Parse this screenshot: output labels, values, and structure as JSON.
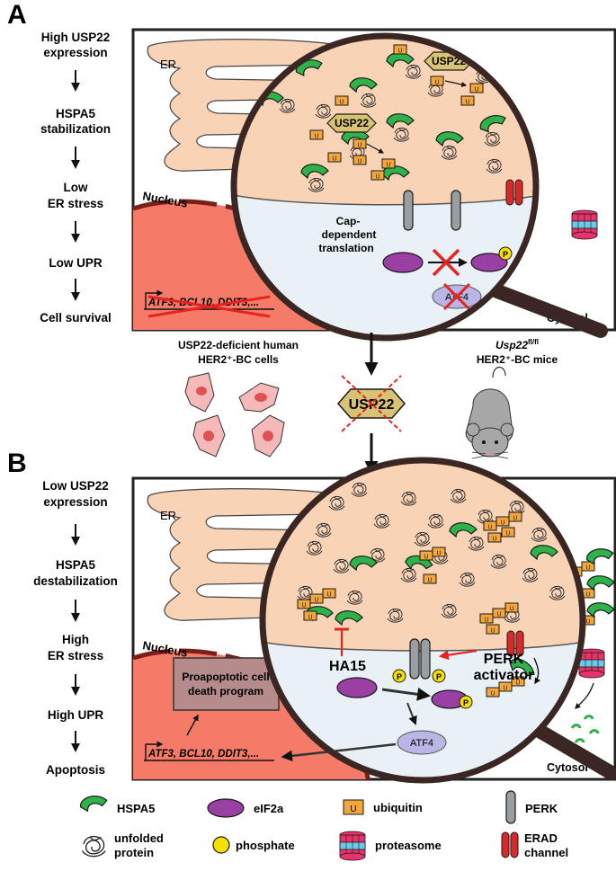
{
  "panelA": {
    "letter": "A",
    "steps": [
      [
        "High USP22",
        "expression"
      ],
      [
        "HSPA5",
        "stabilization"
      ],
      [
        "Low",
        "ER stress"
      ],
      [
        "Low UPR"
      ],
      [
        "Cell survival"
      ]
    ],
    "er_label": "ER",
    "nucleus_label": "Nucleus",
    "usp22_label": "USP22",
    "ub_label": "U",
    "translation_label": [
      "Cap-",
      "dependent",
      "translation"
    ],
    "phos_label": "P",
    "atf4_label": "ATF4",
    "genes_label": "ATF3, BCL10, DDIT3,...",
    "cytosol_label": "Cytosol"
  },
  "middle": {
    "human_label": [
      "USP22-deficient human",
      "HER2⁺-BC cells"
    ],
    "mouse_label_italic": "Usp22",
    "mouse_label_sup": "fl/fl",
    "mouse_label_line2": "HER2⁺-BC mice",
    "usp22_label": "USP22"
  },
  "panelB": {
    "letter": "B",
    "steps": [
      [
        "Low USP22",
        "expression"
      ],
      [
        "HSPA5",
        "destabilization"
      ],
      [
        "High",
        "ER stress"
      ],
      [
        "High UPR"
      ],
      [
        "Apoptosis"
      ]
    ],
    "er_label": "ER",
    "nucleus_label": "Nucleus",
    "proapoptotic_label": [
      "Proapoptotic cell",
      "death program"
    ],
    "genes_label": "ATF3, BCL10, DDIT3,...",
    "ha15_label": "HA15",
    "perk_activator_label": [
      "PERK",
      "activator"
    ],
    "phos_label": "P",
    "atf4_label": "ATF4",
    "cytosol_label": "Cytosol",
    "ub_label": "U"
  },
  "legend": {
    "hspa5": "HSPA5",
    "eif2a": "eIF2a",
    "ubiquitin": "ubiquitin",
    "ubiquitin_symbol": "U",
    "perk": "PERK",
    "unfolded": [
      "unfolded",
      "protein"
    ],
    "phosphate": "phosphate",
    "proteasome": "proteasome",
    "erad": [
      "ERAD",
      "channel"
    ]
  },
  "colors": {
    "er_fill": "#f8d3b6",
    "cytosol_fill": "#e9f1f7",
    "nucleus_fill": "#f57b68",
    "hspa5": "#2db34a",
    "eif2a": "#9a3fa3",
    "ubiquitin": "#f2a63b",
    "perk": "#9a9ea3",
    "erad": "#d9292b",
    "phosphate": "#f5e100",
    "usp22": "#d8c274",
    "atf4": "#b9b6e6",
    "magnifier": "#3a2622",
    "red_cross": "#e52421"
  }
}
